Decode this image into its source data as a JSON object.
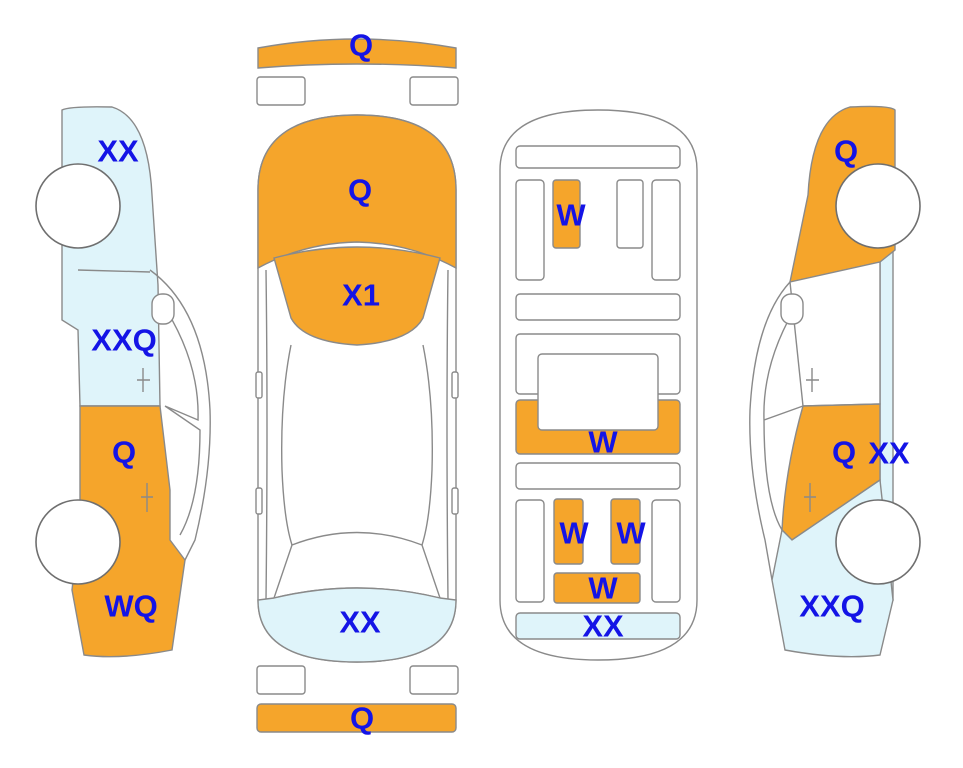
{
  "colors": {
    "damage": "#f5a52b",
    "minor": "#dff4fa",
    "outline": "#8a8a8a",
    "label": "#1414e6"
  },
  "left_side": {
    "rear_quarter": "XX",
    "rear_door": "XXQ",
    "front_door": "Q",
    "front_fender": "WQ"
  },
  "top_view": {
    "rear_bumper": "Q",
    "trunk": "Q",
    "rear_glass": "X1",
    "hood": "XX",
    "front_bumper": "Q"
  },
  "interior": {
    "rear_seat": "W",
    "center_panel": "W",
    "front_seat_left": "W",
    "front_seat_right": "W",
    "dashboard": "W",
    "front_panel": "XX"
  },
  "right_side": {
    "rear_quarter": "Q",
    "front_door": "Q",
    "front_door_extra": "XX",
    "front_fender": "XXQ"
  }
}
